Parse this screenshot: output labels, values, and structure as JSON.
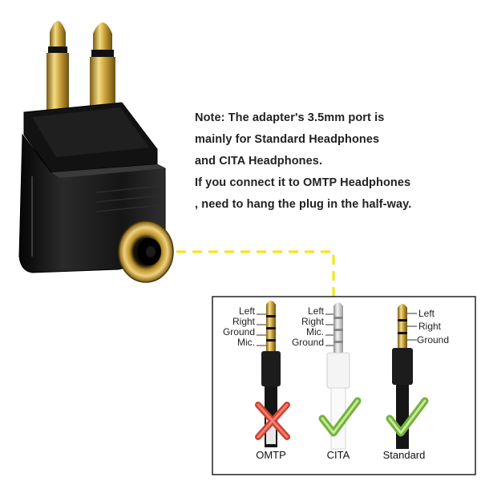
{
  "note": {
    "lines": [
      "Note: The adapter's 3.5mm port is",
      "mainly for Standard Headphones",
      "and CITA Headphones.",
      "If you connect it to OMTP Headphones",
      ", need to hang the plug in the half-way."
    ]
  },
  "plugs": {
    "omtp": {
      "caption": "OMTP",
      "labels": [
        "Left",
        "Right",
        "Ground",
        "Mic."
      ],
      "status": "cross-mark",
      "color": "#d0402f"
    },
    "cita": {
      "caption": "CITA",
      "labels": [
        "Left",
        "Right",
        "Mic.",
        "Ground"
      ],
      "status": "check-mark",
      "color": "#74b23b"
    },
    "standard": {
      "caption": "Standard",
      "labels": [
        "Left",
        "Right",
        "Ground"
      ],
      "status": "check-mark",
      "color": "#74b23b"
    }
  },
  "colors": {
    "connector_line": "#f3e600",
    "adapter_body": "#1a1a1a",
    "gold": "#c9a13b"
  }
}
